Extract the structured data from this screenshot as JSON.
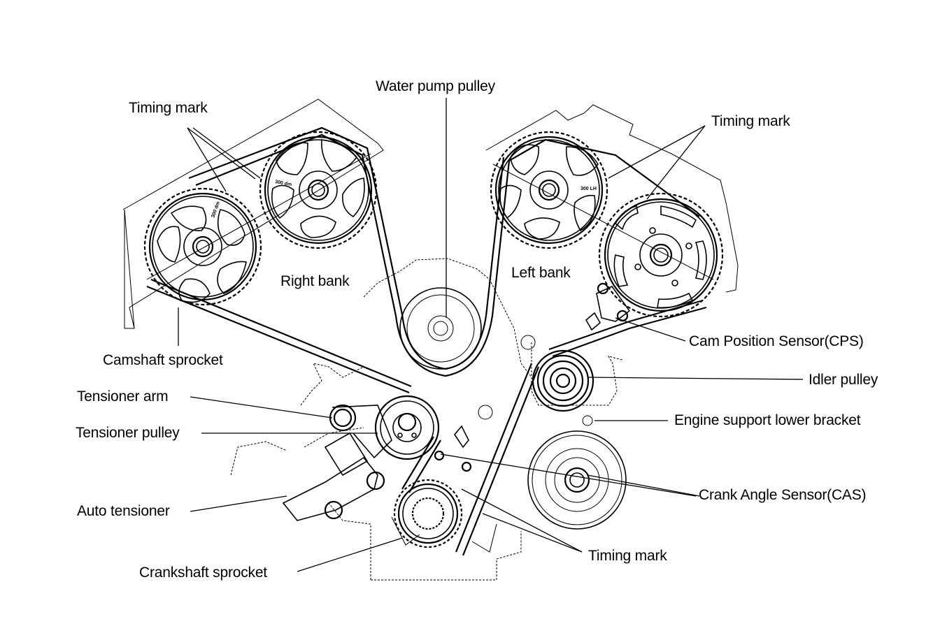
{
  "diagram": {
    "title": "Timing belt layout",
    "labels": {
      "water_pump_pulley": "Water pump pulley",
      "timing_mark_top_left": "Timing mark",
      "timing_mark_top_right": "Timing mark",
      "timing_mark_bottom": "Timing mark",
      "right_bank": "Right bank",
      "left_bank": "Left bank",
      "camshaft_sprocket": "Camshaft sprocket",
      "cam_position_sensor": "Cam Position Sensor(CPS)",
      "idler_pulley": "Idler pulley",
      "engine_support_lower_bracket": "Engine support lower bracket",
      "tensioner_arm": "Tensioner arm",
      "tensioner_pulley": "Tensioner pulley",
      "auto_tensioner": "Auto tensioner",
      "crank_angle_sensor": "Crank Angle Sensor(CAS)",
      "crankshaft_sprocket": "Crankshaft sprocket"
    },
    "sprocket_marks": {
      "right_bank_upper": "300 dm",
      "right_bank_lower": "300 dm",
      "left_bank_upper": "300 LH"
    }
  }
}
